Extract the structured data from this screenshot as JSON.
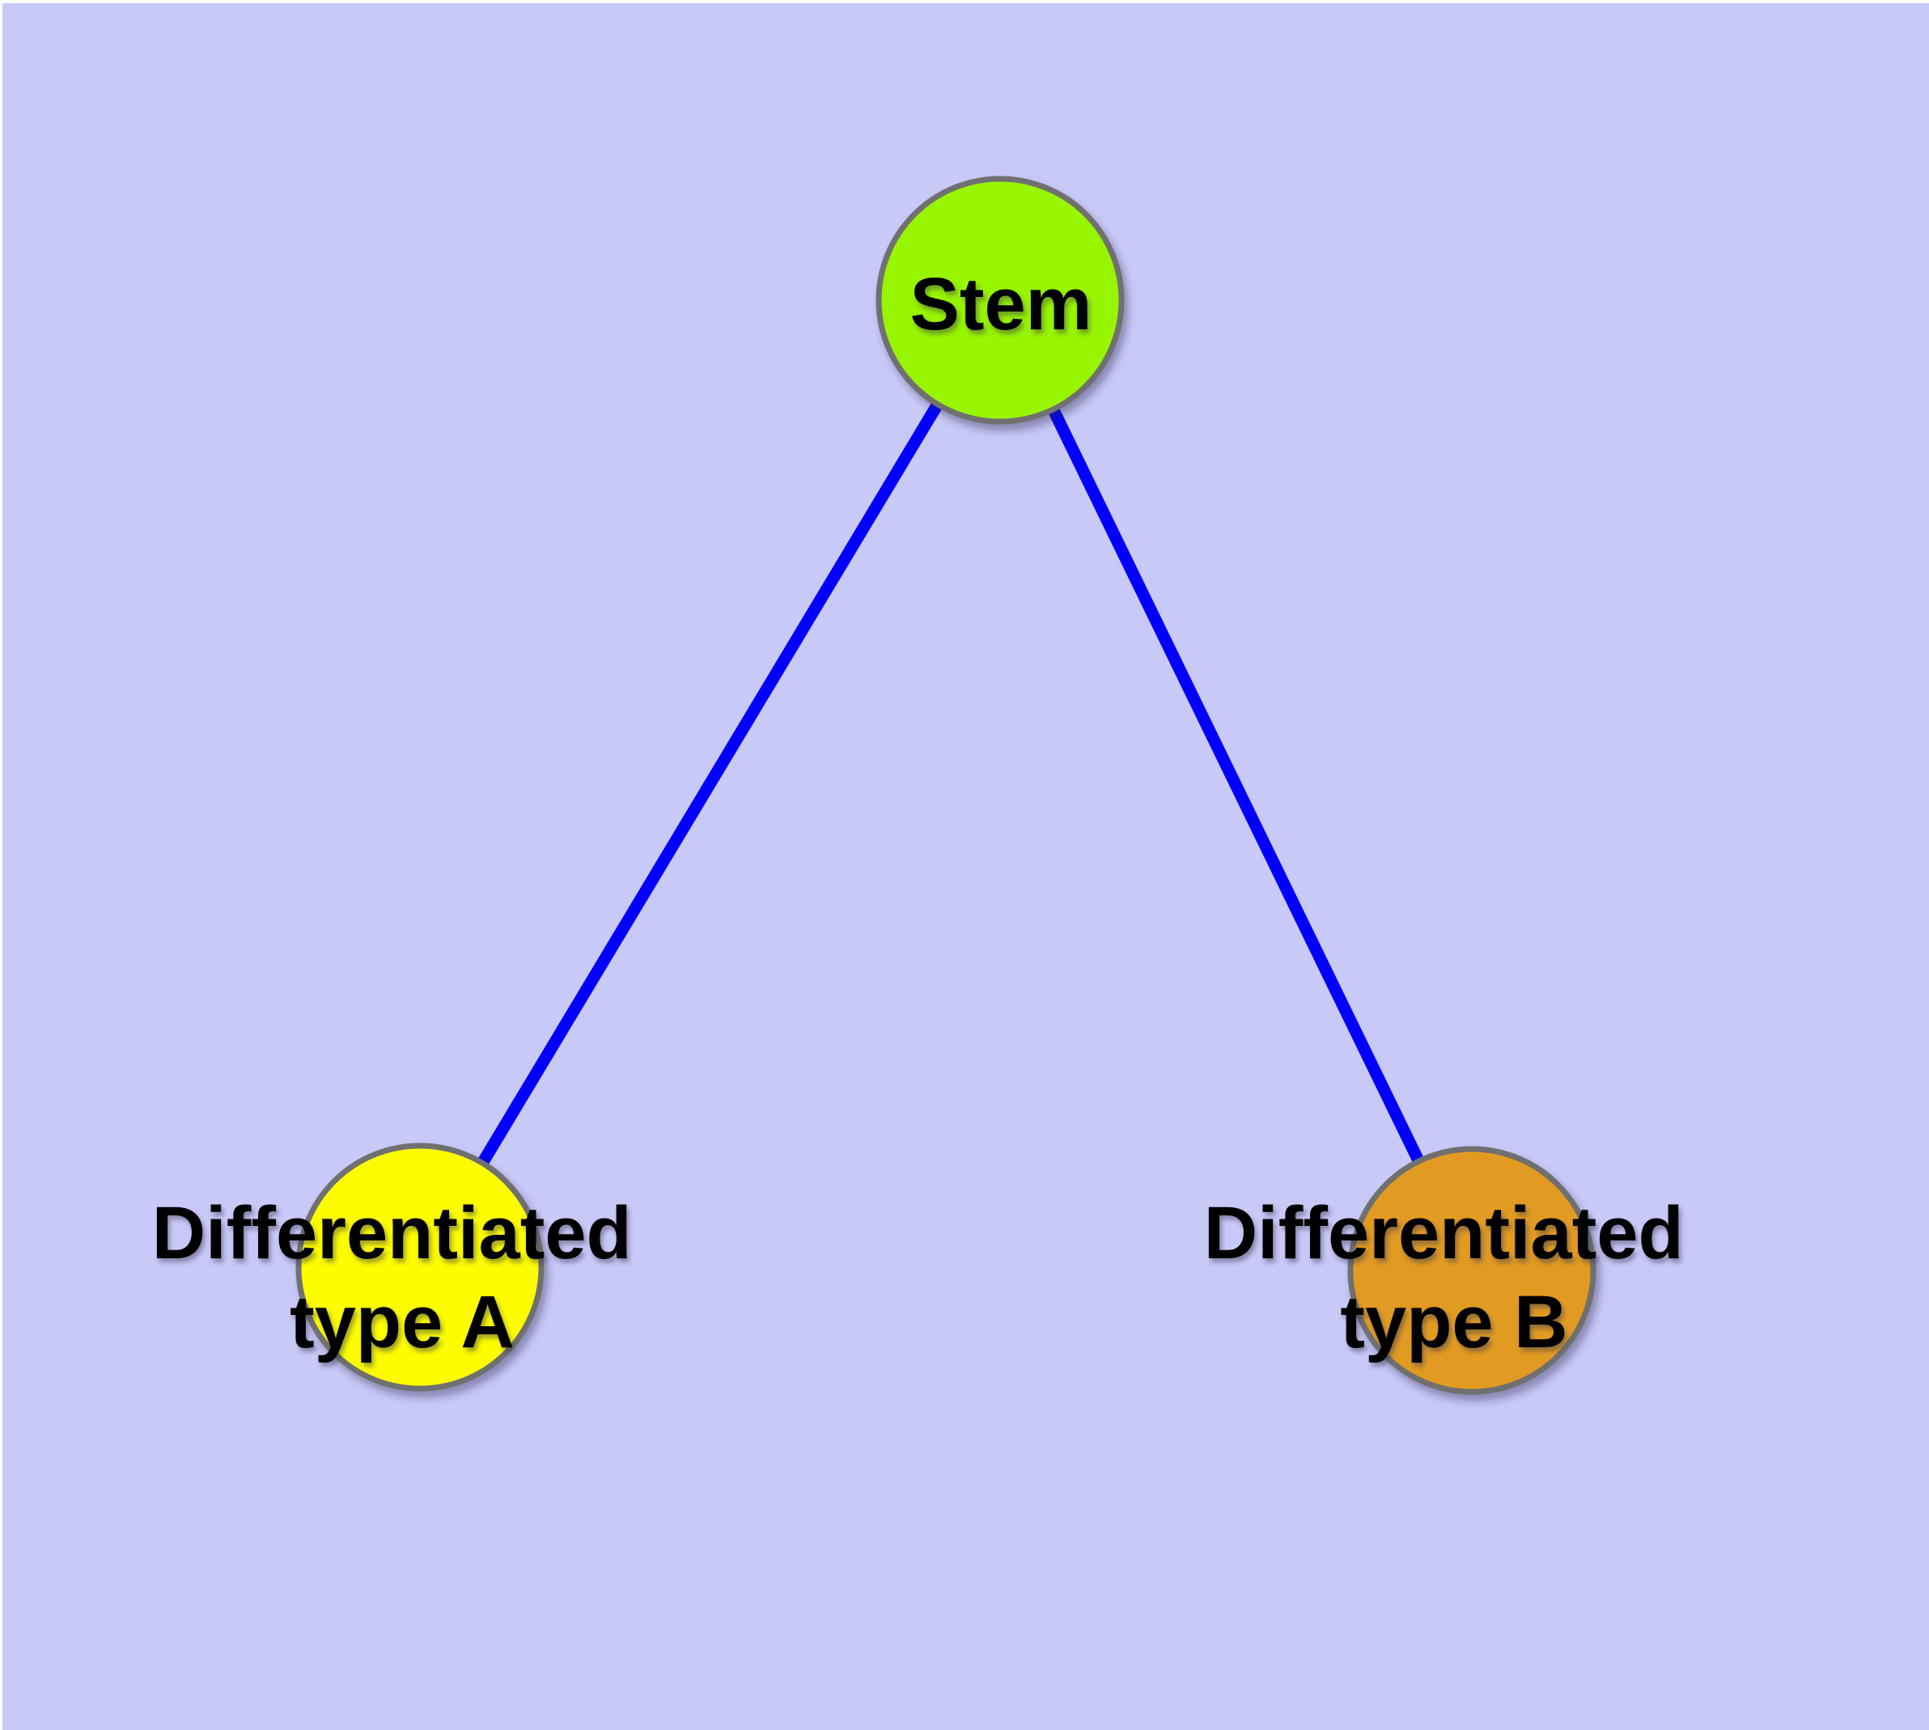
{
  "diagram": {
    "type": "node-link-graph",
    "background_color": "#c9c9f8",
    "node_border_color": "#6f6f6f",
    "edge_color": "#0000fb",
    "label_color": "#000000",
    "nodes": [
      {
        "id": "stem",
        "label_lines": [
          "Stem"
        ],
        "fill": "#98f500"
      },
      {
        "id": "differentiated-type-a",
        "label_lines": [
          "Differentiated",
          "type A"
        ],
        "fill": "#fdfd00"
      },
      {
        "id": "differentiated-type-b",
        "label_lines": [
          "Differentiated",
          "type B"
        ],
        "fill": "#e29b20"
      }
    ],
    "edges": [
      {
        "from": "stem",
        "to": "differentiated-type-a",
        "color": "#0000fb"
      },
      {
        "from": "stem",
        "to": "differentiated-type-b",
        "color": "#0000fb"
      }
    ]
  }
}
